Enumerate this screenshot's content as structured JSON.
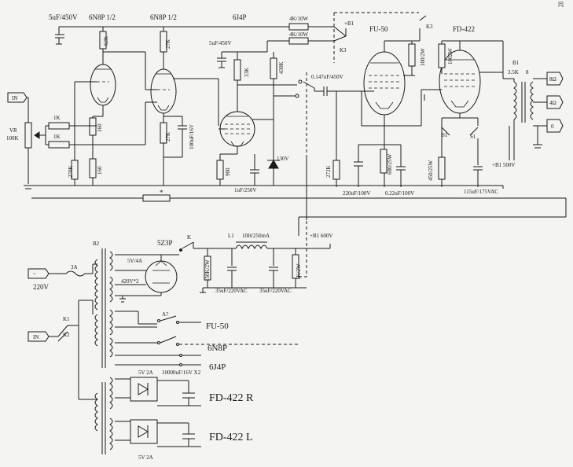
{
  "tubes": {
    "v1": "6N8P 1/2",
    "v2": "6N8P 1/2",
    "v3": "6J4P",
    "v4": "FU-50",
    "v5": "FD-422"
  },
  "top": {
    "cap_5uf_a": "5uF/450V",
    "cap_5uf_b": "5uF/450V",
    "r_4k_a": "4K/10W",
    "r_4k_b": "4K/10W",
    "b1_top": "+B1",
    "k3_a": "K3",
    "k3_b": "K3",
    "b1_right": "B1",
    "ohm_3_5k": "3.5K"
  },
  "resistors": {
    "r62k": "62K",
    "r27k_a": "27K",
    "r33k": "33K",
    "r430k": "430K",
    "r1k_a": "1K",
    "r1k_b": "1K",
    "r160_a": "160",
    "r160_b": "160",
    "r270k": "270K",
    "r27k_b": "27K",
    "r900": "900",
    "r272k": "272K",
    "r680": "680/25W",
    "r100_2w_a": "100/2W",
    "r100_2w_b": "1002W",
    "r450": "450/25W",
    "r150k": "150K/2W",
    "r1k2w": "1K/2W"
  },
  "caps": {
    "c100uf": "100uF/16V",
    "c1uf": "1uF/250V",
    "c0147": "0.147uF/450V",
    "c220": "220uF/100V",
    "c022": "0.22uF/100V",
    "c115": "115uF/175VAC",
    "c35a": "35uF/220VAC",
    "c35b": "35uF/220VAC",
    "c10000": "10000uF/16V X2"
  },
  "misc": {
    "vr": "VR",
    "vr_val": "100K",
    "in": "IN",
    "zener": "130V",
    "s1_a": "S1",
    "s1_b": "S1",
    "b1_500": "+B1 500V",
    "b1_600": "+B1 600V",
    "tap_8": "8",
    "tap_8b": "8Ω",
    "tap_4": "4Ω",
    "tap_0": "0",
    "star": "*"
  },
  "psu": {
    "b2": "B2",
    "rect": "5Z3P",
    "k": "K",
    "l1": "L1",
    "choke": "10H/250mA",
    "fil_5v4a": "5V/4A",
    "hv_420": "420V*2",
    "fuse": "3A",
    "mains": "~",
    "mains_v": "220V",
    "k1": "K1",
    "k2": "K2",
    "a_label": "A?",
    "out_fu50": "FU-50",
    "out_6n8p": "6N8P",
    "out_6j4p": "6J4P",
    "fd_r": "FD-422 R",
    "fd_l": "FD-422 L",
    "v5_2a_top": "5V 2A",
    "v5_2a_bot": "5V 2A",
    "in_box": "IN",
    "page_mark": "冃"
  }
}
